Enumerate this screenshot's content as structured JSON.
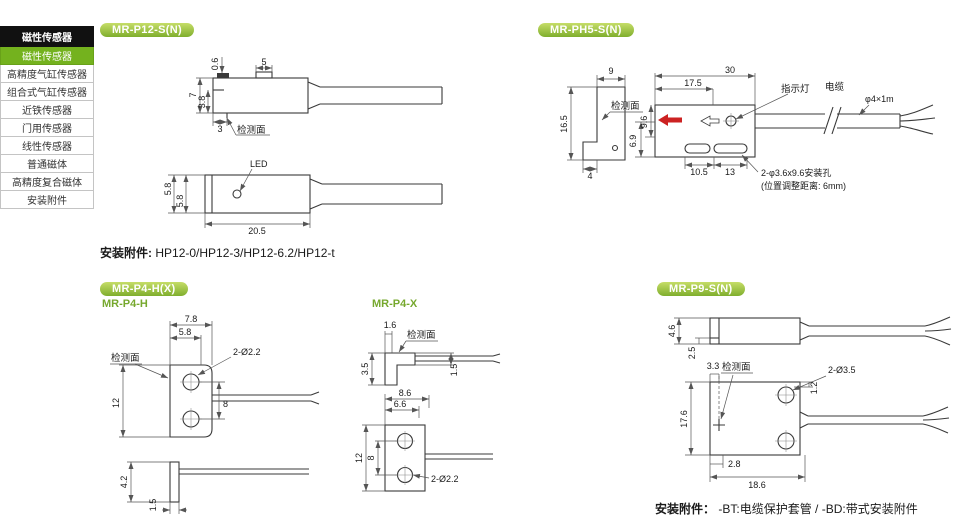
{
  "sidebar": {
    "header": "磁性传感器",
    "items": [
      "磁性传感器",
      "高精度气缸传感器",
      "组合式气缸传感器",
      "近铁传感器",
      "门用传感器",
      "线性传感器",
      "普通磁体",
      "高精度复合磁体",
      "安装附件"
    ]
  },
  "colors": {
    "accent_green": "#74b21e",
    "pill_gradient_top": "#c6dd68",
    "pill_gradient_bottom": "#7fae2d",
    "sidebar_header_bg": "#111111",
    "drawing_line": "#3a3a3a",
    "red_arrow": "#cc2222"
  },
  "p12": {
    "title": "MR-P12-S(N)",
    "note_label": "安装附件:",
    "note_value": "HP12-0/HP12-3/HP12-6.2/HP12-t",
    "face_label": "检测面",
    "led_label": "LED",
    "dims": {
      "bump_h": "0.6",
      "led_pos": "5",
      "height": "7",
      "lower": "3.8",
      "face_off": "3",
      "width_a": "5.8",
      "width_b": "5.8",
      "length": "20.5"
    }
  },
  "ph5": {
    "title": "MR-PH5-S(N)",
    "face_label": "检测面",
    "indicator_label": "指示灯",
    "cable_label": "电缆",
    "cable_spec": "φ4×1m",
    "hole_note": "2-φ3.6x9.6安装孔",
    "adjust_note": "(位置调整距离: 6mm)",
    "dims": {
      "top_w": "9",
      "height": "16.5",
      "foot": "4",
      "length": "30",
      "hole_pos": "17.5",
      "h1": "9.6",
      "h2": "6.9",
      "slot1": "10.5",
      "slot2": "13"
    }
  },
  "p4": {
    "title": "MR-P4-H(X)",
    "h_label": "MR-P4-H",
    "x_label": "MR-P4-X",
    "face_label": "检测面",
    "h": {
      "width": "7.8",
      "inner_w": "5.8",
      "holes": "2-Ø2.2",
      "height": "12",
      "hole_pitch": "8",
      "side_h": "4.2",
      "side_t": "1.5"
    },
    "x": {
      "top_t": "1.6",
      "leg": "3.5",
      "t": "1.5",
      "w1": "8.6",
      "w2": "6.6",
      "height": "12",
      "hole_pitch": "8",
      "holes": "2-Ø2.2"
    }
  },
  "p9": {
    "title": "MR-P9-S(N)",
    "face_label": "检测面",
    "note_label": "安装附件：",
    "note_value": "-BT:电缆保护套管 / -BD:带式安装附件",
    "dims": {
      "bar_h": "4.6",
      "step": "2.5",
      "face_off": "3.3",
      "holes": "2-Ø3.5",
      "hole_off": "1.2",
      "height": "17.6",
      "off": "2.8",
      "width": "18.6"
    }
  }
}
